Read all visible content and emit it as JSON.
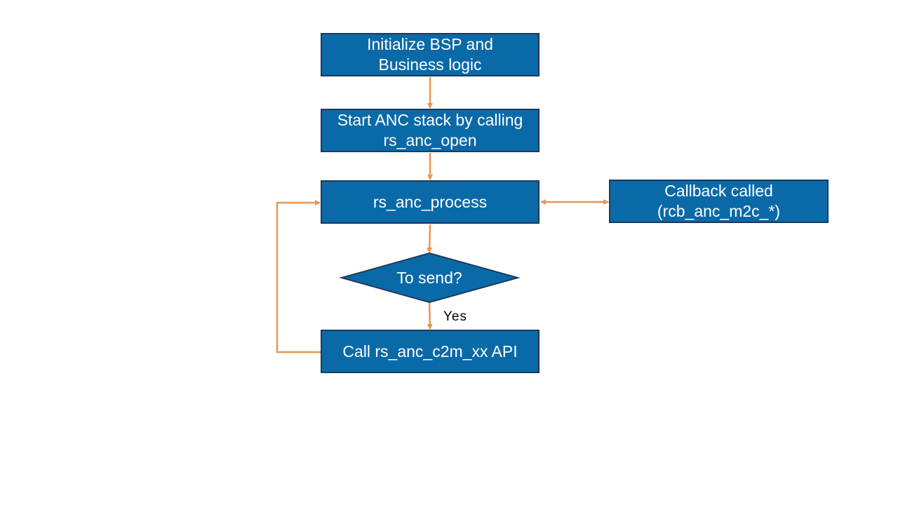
{
  "flowchart": {
    "nodes": {
      "init": {
        "line1": "Initialize BSP and",
        "line2": "Business logic"
      },
      "start": {
        "line1": "Start ANC stack by calling",
        "line2": "rs_anc_open"
      },
      "process": {
        "label": "rs_anc_process"
      },
      "callback": {
        "line1": "Callback called",
        "line2": "(rcb_anc_m2c_*)"
      },
      "decision": {
        "label": "To send?"
      },
      "c2m": {
        "label": "Call rs_anc_c2m_xx API"
      }
    },
    "edges": {
      "yes_label": "Yes"
    },
    "colors": {
      "node_fill": "#0a6aa8",
      "node_border": "#1d3a5c",
      "connector": "#e8964f",
      "text": "#ffffff"
    }
  }
}
